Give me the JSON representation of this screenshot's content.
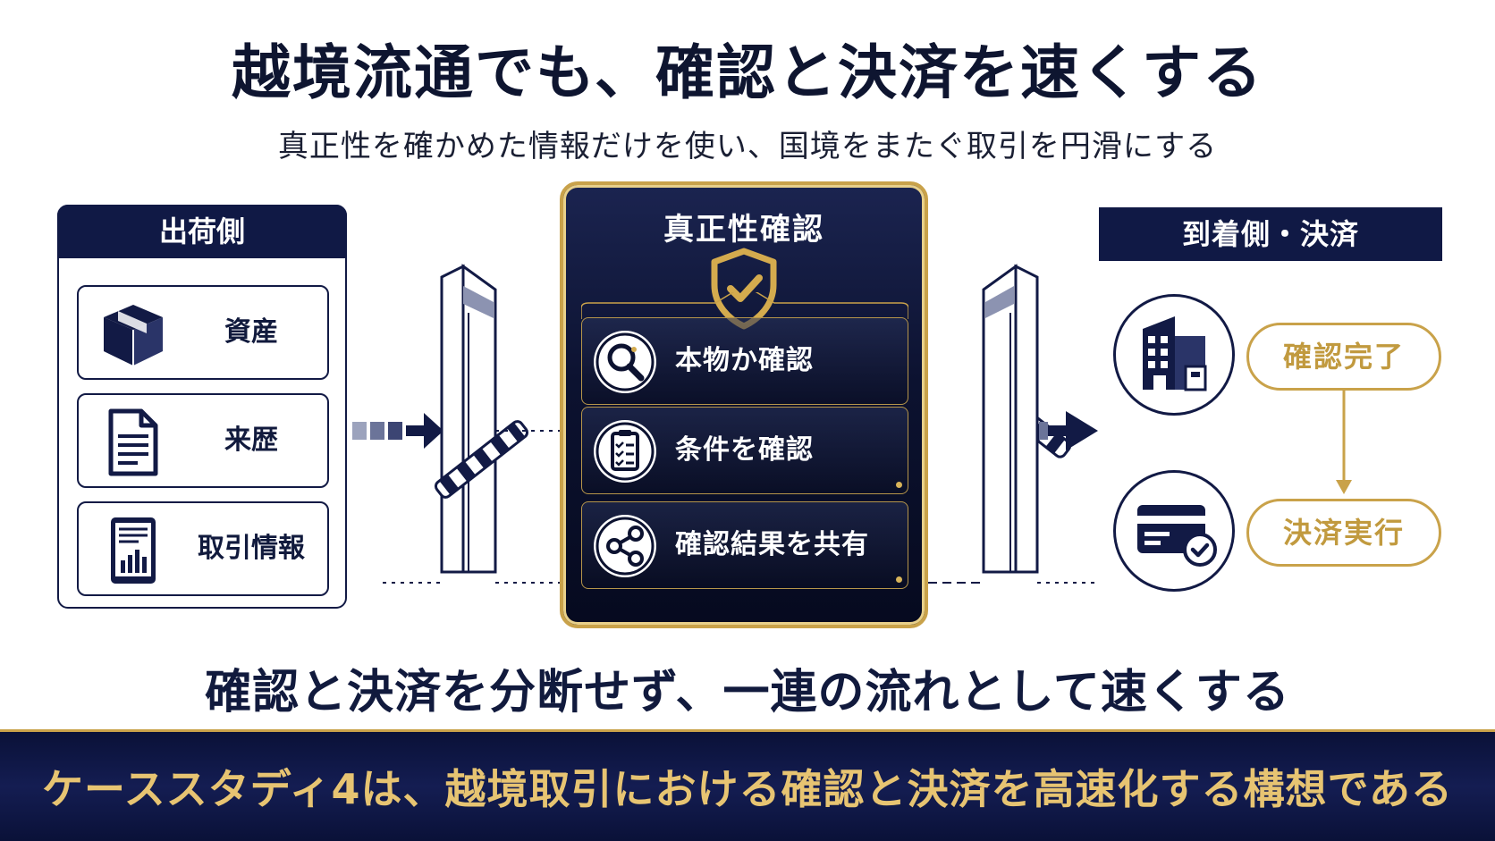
{
  "header": {
    "title": "越境流通でも、確認と決済を速くする",
    "subtitle": "真正性を確かめた情報だけを使い、国境をまたぐ取引を円滑にする"
  },
  "left": {
    "title": "出荷側",
    "items": [
      {
        "label": "資産",
        "icon": "box-icon"
      },
      {
        "label": "来歴",
        "icon": "document-icon"
      },
      {
        "label": "取引情報",
        "icon": "tablet-chart-icon"
      }
    ]
  },
  "center": {
    "title": "真正性確認",
    "icon": "shield-check-icon",
    "items": [
      {
        "label": "本物か確認",
        "icon": "magnifier-icon"
      },
      {
        "label": "条件を確認",
        "icon": "checklist-icon"
      },
      {
        "label": "確認結果を共有",
        "icon": "share-icon"
      }
    ]
  },
  "right": {
    "title": "到着側・決済",
    "steps": [
      {
        "label": "確認完了",
        "icon": "building-icon"
      },
      {
        "label": "決済実行",
        "icon": "card-check-icon"
      }
    ]
  },
  "message": "確認と決済を分断せず、一連の流れとして速くする",
  "footer": "ケーススタディ4は、越境取引における確認と決済を高速化する構想である",
  "colors": {
    "navy": "#101945",
    "gold": "#c9a24a",
    "footer_text": "#e7c472"
  }
}
